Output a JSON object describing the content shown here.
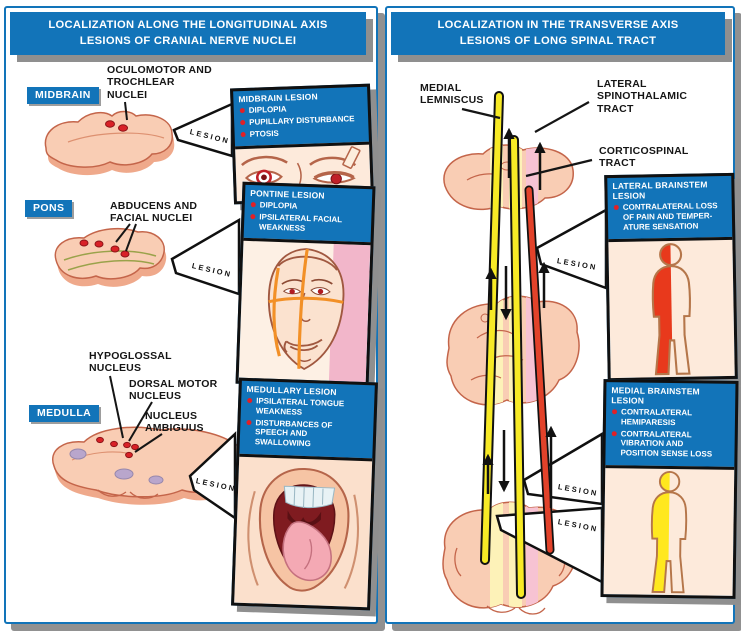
{
  "lesion_label": "LESION",
  "colors": {
    "panel_blue": "#1274b9",
    "bullet_red": "#e02127",
    "tract_yellow": "#f7ea26",
    "tract_red": "#e2422a",
    "slice_peach": "#f9cdb4"
  },
  "left_panel": {
    "title": "LOCALIZATION ALONG THE LONGITUDINAL AXIS\nLESIONS OF CRANIAL NERVE NUCLEI",
    "midbrain": {
      "level": "MIDBRAIN",
      "nuclei": "OCULOMOTOR AND\nTROCHLEAR\nNUCLEI",
      "box_title": "MIDBRAIN LESION",
      "bullets": [
        "DIPLOPIA",
        "PUPILLARY DISTURBANCE",
        "PTOSIS"
      ]
    },
    "pons": {
      "level": "PONS",
      "nuclei": "ABDUCENS AND\nFACIAL NUCLEI",
      "box_title": "PONTINE LESION",
      "bullets": [
        "DIPLOPIA",
        "IPSILATERAL FACIAL\nWEAKNESS"
      ]
    },
    "medulla": {
      "level": "MEDULLA",
      "hypoglossal": "HYPOGLOSSAL\nNUCLEUS",
      "dorsal_motor": "DORSAL MOTOR\nNUCLEUS",
      "ambiguus": "NUCLEUS\nAMBIGUUS",
      "box_title": "MEDULLARY LESION",
      "bullets": [
        "IPSILATERAL TONGUE\nWEAKNESS",
        "DISTURBANCES OF\nSPEECH AND\nSWALLOWING"
      ]
    }
  },
  "right_panel": {
    "title": "LOCALIZATION IN THE TRANSVERSE AXIS\nLESIONS OF LONG SPINAL TRACT",
    "tracts": {
      "medial_lemniscus": "MEDIAL\nLEMNISCUS",
      "lateral_spinothalamic": "LATERAL\nSPINOTHALAMIC\nTRACT",
      "corticospinal": "CORTICOSPINAL\nTRACT"
    },
    "lateral_box": {
      "title": "LATERAL BRAINSTEM LESION",
      "bullets": [
        "CONTRALATERAL LOSS\nOF PAIN AND TEMPER-\nATURE SENSATION"
      ]
    },
    "medial_box": {
      "title": "MEDIAL BRAINSTEM LESION",
      "bullets": [
        "CONTRALATERAL\nHEMIPARESIS",
        "CONTRALATERAL\nVIBRATION AND\nPOSITION SENSE LOSS"
      ]
    }
  }
}
